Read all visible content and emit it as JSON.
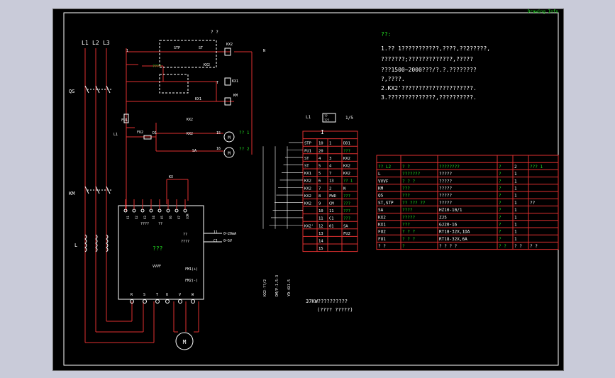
{
  "title_tag": "Drawing Info",
  "colors": {
    "wire": "#e03030",
    "text": "#ffffff",
    "green": "#22dd22",
    "frame": "#ffffff",
    "dashed": "#ffffff"
  },
  "phases": [
    "L1",
    "L2",
    "L3"
  ],
  "labels": {
    "qs": "QS",
    "km": "KM",
    "l": "L",
    "fu1": "FU1",
    "fu2": "FU2",
    "l1": "L1",
    "d1": "D1",
    "stp": "STP",
    "st": "ST",
    "kx2": "KX2",
    "kx1": "KX1",
    "t": "T",
    "km2": "KM",
    "kx": "KX",
    "sa": "SA",
    "kx2b": "KX2",
    "motor": "M",
    "qq1": "? ?",
    "qq2": "????",
    "n": "N",
    "node1": "1",
    "ind15": "15",
    "ind16": "16",
    "green1": "?? 1",
    "green2": "?? 2",
    "coil_tag": "??",
    "coil_lbl": "L1"
  },
  "notes": {
    "heading": "??:",
    "lines": [
      "1.?? 1???????????,????,??2?????,",
      "  ???????;?????????????,?????",
      "  ???1500~2000???/?.?.????????",
      "  ?,????.",
      "2.KX2'?????????????????????.",
      "3.??????????????,??????????."
    ]
  },
  "vfd": {
    "top_terms": [
      "X1",
      "X2",
      "X3",
      "X4",
      "X5",
      "X6",
      "X7",
      "COM"
    ],
    "q1": "????",
    "q2": "??",
    "center_green": "???",
    "model": "VVVF",
    "out_q1": "??",
    "out_q2": "????",
    "out_t1": "11",
    "out_t2": "C1",
    "out_v1": "0~20mA",
    "out_v2": "0~5V",
    "fm1": "FM1(+)",
    "fm2": "FM2(-)",
    "bottom_terms": [
      "R",
      "S",
      "T",
      "U",
      "V",
      "W"
    ]
  },
  "terminal": {
    "header": "I",
    "rows": [
      [
        "STP",
        "10",
        "1",
        "DD1"
      ],
      [
        "FU1",
        "20",
        "",
        "???"
      ],
      [
        "ST",
        "4",
        "3",
        "KX2"
      ],
      [
        "ST",
        "5",
        "4",
        "KX2"
      ],
      [
        "KX1",
        "5",
        "7",
        "KX2"
      ],
      [
        "KX2",
        "6",
        "13",
        "?? 1"
      ],
      [
        "KX2",
        "7",
        "2",
        "N"
      ],
      [
        "KX2",
        "8",
        "FWD",
        "???"
      ],
      [
        "KX2",
        "9",
        "CM",
        "???"
      ],
      [
        "",
        "10",
        "11",
        "???"
      ],
      [
        "",
        "11",
        "C1",
        "???"
      ],
      [
        "KX2'",
        "12",
        "01",
        "SA"
      ],
      [
        "",
        "13",
        "",
        "FU2"
      ],
      [
        "",
        "14",
        "",
        ""
      ],
      [
        "",
        "15",
        "",
        ""
      ]
    ],
    "vlabels": [
      "KX2-??/2",
      "DM/P-1.5-3",
      "YD-4X1.5"
    ],
    "caption1": "37KW??????????",
    "caption2": "(???? ?????)"
  },
  "coil_note": {
    "lbl": "L1",
    "box1": "??",
    "box2": "???",
    "mark": "1/5"
  },
  "bom": {
    "rows": [
      [
        "?? L2",
        "? ?",
        "????????",
        "?",
        "2",
        "??? 1"
      ],
      [
        "L",
        "???????",
        "?????",
        "?",
        "1",
        ""
      ],
      [
        "VVVF",
        "? ? ?",
        "?????",
        "?",
        "1",
        ""
      ],
      [
        "KM",
        "???",
        "?????",
        "?",
        "1",
        ""
      ],
      [
        "QS",
        "???",
        "?????",
        "?",
        "1",
        ""
      ],
      [
        "ST,STP",
        "??  ??? ??",
        "?????",
        "?",
        "1",
        "??"
      ],
      [
        "SA",
        "????",
        "HZ10-10/1",
        "?",
        "1",
        ""
      ],
      [
        "KX2",
        "?????",
        "ZJ5",
        "?",
        "1",
        ""
      ],
      [
        "KX1",
        "???",
        "GJ20-16",
        "?",
        "1",
        ""
      ],
      [
        "FU2",
        "? ? ?",
        "RT18-32X,1DA",
        "?",
        "1",
        ""
      ],
      [
        "FU1",
        "? ? ?",
        "RT18-32X,6A",
        "?",
        "1",
        ""
      ],
      [
        "? ?",
        "?",
        "? ? ? ?",
        "? ?",
        "? ?",
        "? ?"
      ]
    ]
  }
}
